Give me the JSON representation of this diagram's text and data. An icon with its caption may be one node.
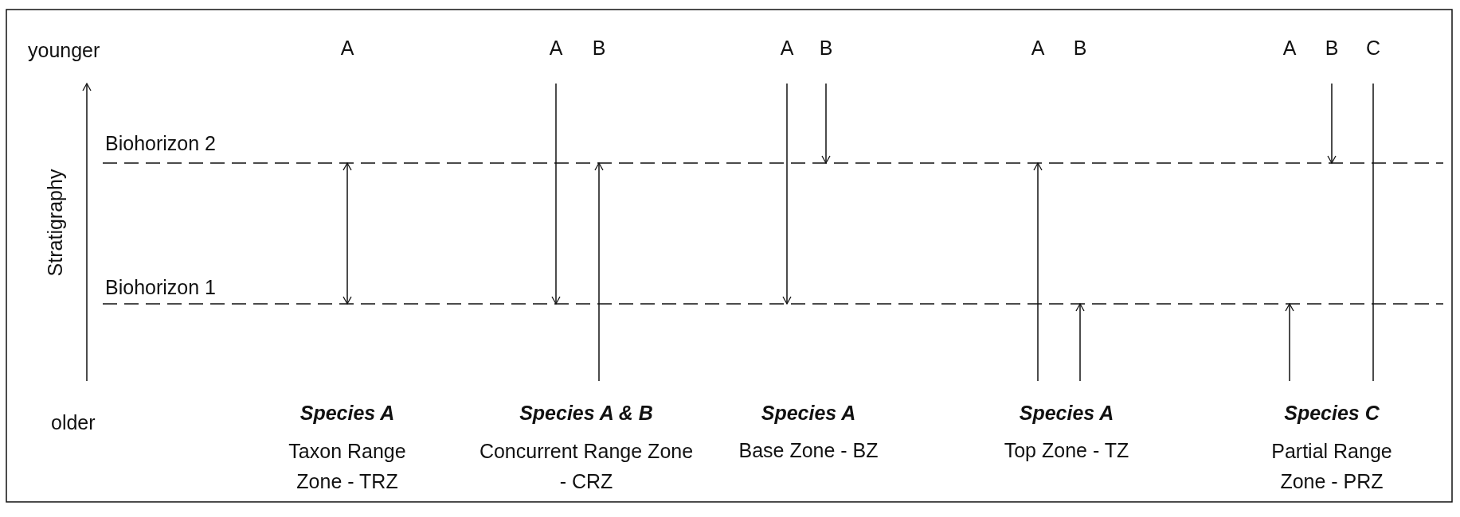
{
  "diagram": {
    "labels": [
      "younger",
      "A",
      "A",
      "B",
      "A",
      "B",
      "A",
      "B",
      "A",
      "B",
      "C",
      "Biohorizon 2",
      "Stratigraphy",
      "Biohorizon 1",
      "older",
      "Species A",
      "Species A & B",
      "Species A",
      "Species A",
      "Species C",
      "Taxon Range Zone - TRZ",
      "Concurrent Range Zone - CRZ",
      "Base Zone - BZ",
      "Top Zone - TZ",
      "Partial Range Zone - PRZ"
    ]
  }
}
